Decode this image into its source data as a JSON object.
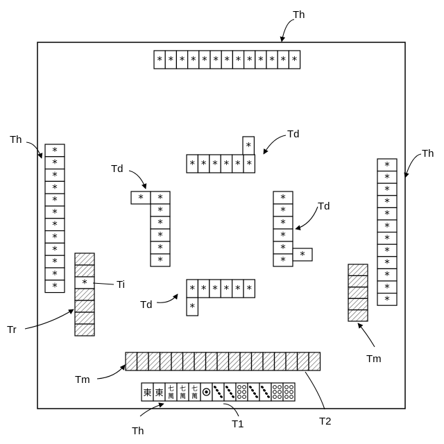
{
  "tile_glyph": "*",
  "labels": {
    "th_top": "Th",
    "th_left": "Th",
    "th_right": "Th",
    "th_bottom": "Th",
    "td_upper_right": "Td",
    "td_upper_left": "Td",
    "td_lower_right": "Td",
    "td_lower_left": "Td",
    "ti": "Ti",
    "tr": "Tr",
    "tm_left": "Tm",
    "tm_right": "Tm",
    "t1": "T1",
    "t2": "T2"
  },
  "hand_tiles": [
    {
      "kind": "wind",
      "main": "東"
    },
    {
      "kind": "wind",
      "main": "東"
    },
    {
      "kind": "char",
      "top": "七",
      "bottom": "萬"
    },
    {
      "kind": "char",
      "top": "七",
      "bottom": "萬"
    },
    {
      "kind": "char",
      "top": "七",
      "bottom": "萬"
    },
    {
      "kind": "circle-icon"
    },
    {
      "kind": "bamboo-icon"
    },
    {
      "kind": "bamboo-icon"
    },
    {
      "kind": "dots-icon"
    },
    {
      "kind": "bamboo-icon"
    },
    {
      "kind": "bamboo-icon"
    },
    {
      "kind": "dots-icon"
    },
    {
      "kind": "dots-icon"
    }
  ],
  "colors": {
    "line": "#000000",
    "hatch": "#555555"
  }
}
